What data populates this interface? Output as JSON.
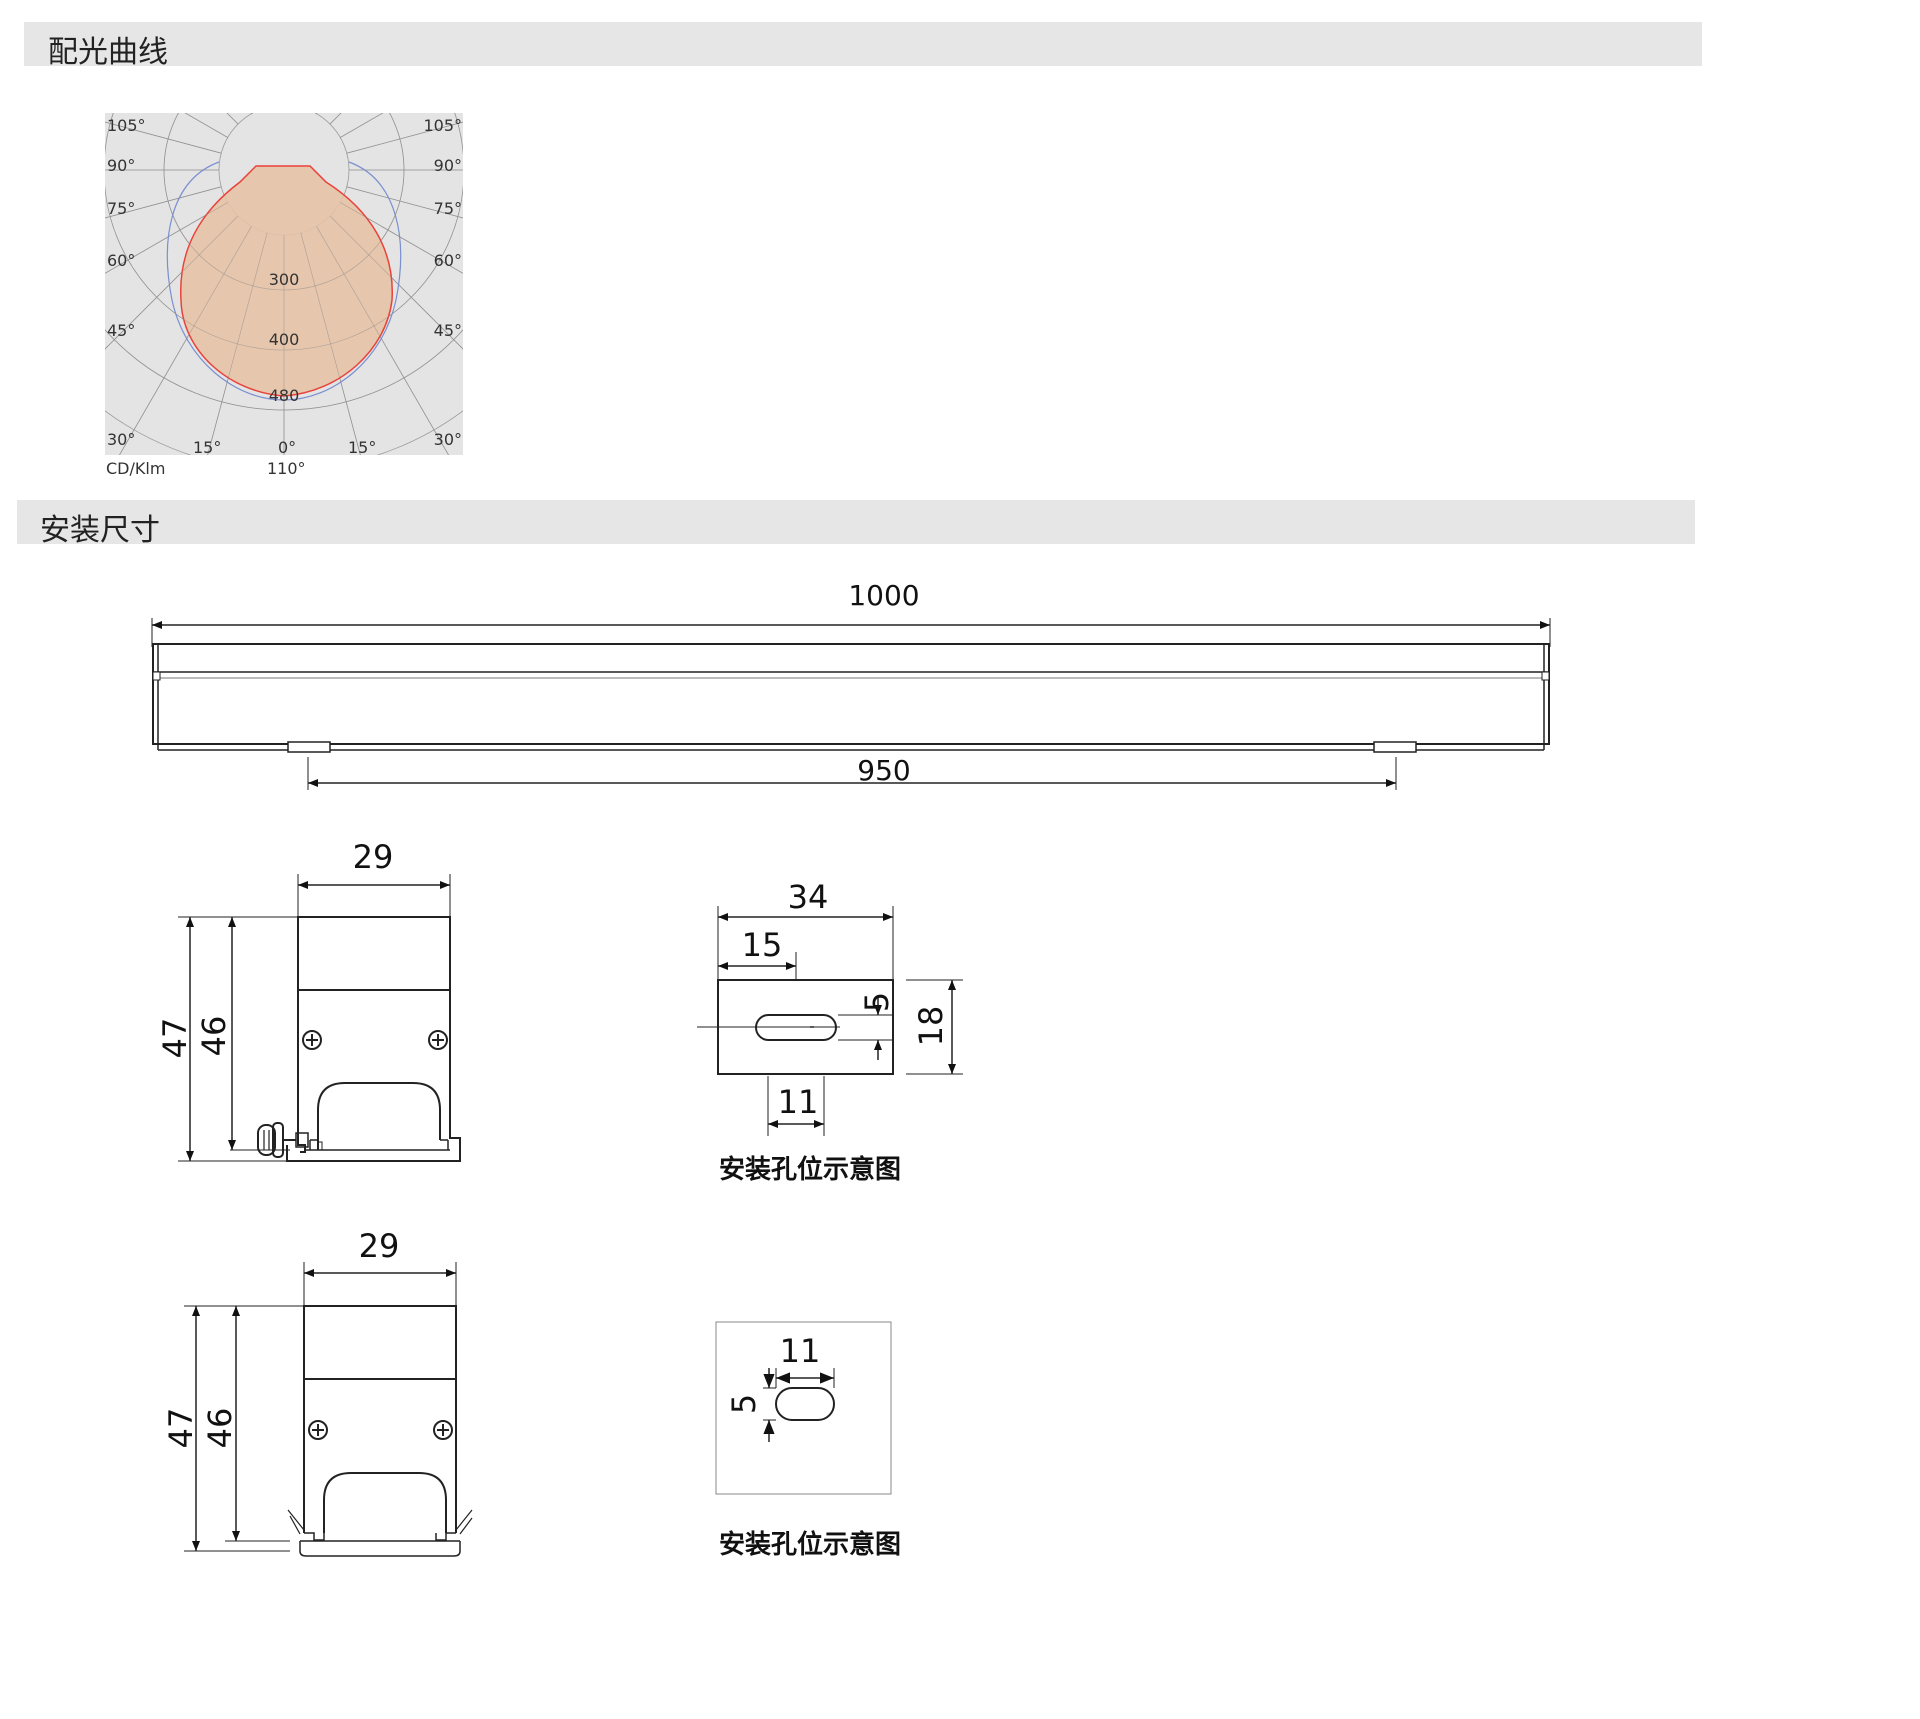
{
  "sections": {
    "light_distribution": "配光曲线",
    "installation_size": "安装尺寸"
  },
  "polar_chart": {
    "unit_label": "CD/Klm",
    "beam_angle_label": "110°",
    "angle_labels_left": [
      "105°",
      "90°",
      "75°",
      "60°",
      "45°",
      "30°"
    ],
    "angle_labels_right": [
      "105°",
      "90°",
      "75°",
      "60°",
      "45°",
      "30°"
    ],
    "bottom_angle_labels": [
      "15°",
      "0°",
      "15°"
    ],
    "radial_values": [
      "300",
      "400",
      "480"
    ],
    "curve_color": "#e8423a",
    "fill_color": "#e6c2a6",
    "reference_curve_color": "#7a8fd0"
  },
  "dimensions": {
    "length_total": "1000",
    "length_mount": "950",
    "profile1": {
      "width": "29",
      "height_total": "47",
      "height_body": "46"
    },
    "profile2": {
      "width": "29",
      "height_total": "47",
      "height_body": "46"
    },
    "bracket1": {
      "width": "34",
      "offset": "15",
      "slot_height": "5",
      "height": "18",
      "slot_width": "11"
    },
    "bracket2": {
      "slot_width": "11",
      "slot_height": "5"
    }
  },
  "captions": {
    "hole_diagram_1": "安装孔位示意图",
    "hole_diagram_2": "安装孔位示意图"
  }
}
